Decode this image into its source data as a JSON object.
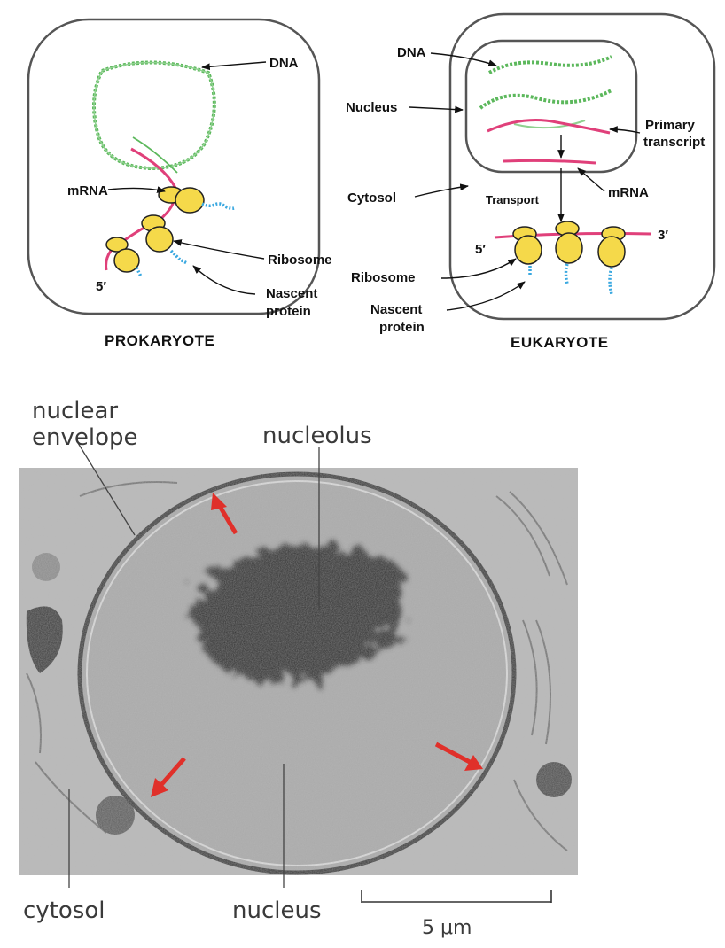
{
  "prokaryote": {
    "caption": "PROKARYOTE",
    "labels": {
      "dna": "DNA",
      "mrna": "mRNA",
      "ribosome": "Ribosome",
      "nascent_line1": "Nascent",
      "nascent_line2": "protein",
      "five_prime": "5′"
    }
  },
  "eukaryote": {
    "caption": "EUKARYOTE",
    "labels": {
      "dna": "DNA",
      "nucleus": "Nucleus",
      "primary_line1": "Primary",
      "primary_line2": "transcript",
      "mrna": "mRNA",
      "cytosol": "Cytosol",
      "transport": "Transport",
      "five_prime": "5′",
      "three_prime": "3′",
      "ribosome": "Ribosome",
      "nascent_line1": "Nascent",
      "nascent_line2": "protein"
    }
  },
  "micrograph": {
    "labels": {
      "nuclear_line1": "nuclear",
      "nuclear_line2": "envelope",
      "nucleolus": "nucleolus",
      "cytosol": "cytosol",
      "nucleus": "nucleus"
    },
    "scale_bar": "5 μm"
  },
  "colors": {
    "dna": "#5cb85c",
    "mrna": "#e0407a",
    "ribosome": "#f5d94a",
    "protein": "#3aa8e0",
    "arrow_red": "#e0302a"
  }
}
